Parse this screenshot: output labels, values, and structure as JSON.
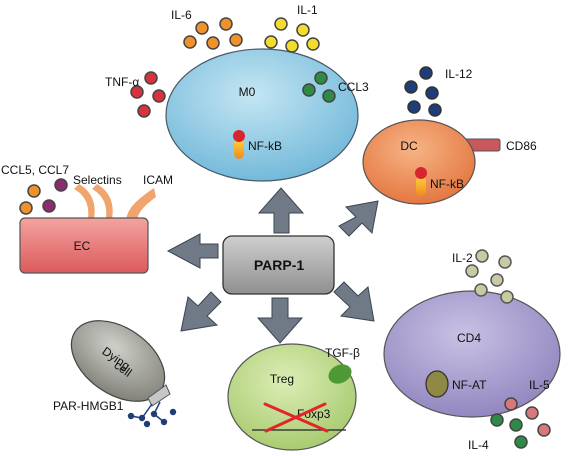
{
  "hub": {
    "label": "PARP-1"
  },
  "cells": {
    "m0": {
      "label": "M0",
      "factor": "NF-kB"
    },
    "dc": {
      "label": "DC",
      "factor": "NF-kB",
      "marker": "CD86"
    },
    "ec": {
      "label": "EC",
      "adhesion": [
        "Selectins",
        "ICAM"
      ]
    },
    "cd4": {
      "label": "CD4",
      "factor": "NF-AT"
    },
    "treg": {
      "label": "Treg",
      "gene": "Foxp3"
    },
    "dying": {
      "label_line1": "Dying",
      "label_line2": "cell"
    }
  },
  "cytokines": {
    "il6": "IL-6",
    "il1": "IL-1",
    "tnf": "TNF-α",
    "ccl3": "CCL3",
    "il12": "IL-12",
    "ccl57": "CCL5, CCL7",
    "il2": "IL-2",
    "il5": "IL-5",
    "il4": "IL-4",
    "tgfb": "TGF-β",
    "parhmgb1": "PAR-HMGB1"
  },
  "colors": {
    "orange": "#f0922b",
    "yellow": "#f2dd2e",
    "red": "#d6333e",
    "green": "#2f8a45",
    "navy": "#1f3e79",
    "purple": "#8a2c6e",
    "beige": "#c9c9a3",
    "pink": "#d7797c",
    "m0_fill": "#8fcbe6",
    "dc_fill": "#ee8b55",
    "ec_fill": "#eb7c7b",
    "cd4_fill": "#a79ccd",
    "treg_fill": "#c2dd8a",
    "dying_fill": "#9c9c94",
    "hub_fill": "#a8a8a8",
    "arrow_fill": "#6f7a86"
  }
}
